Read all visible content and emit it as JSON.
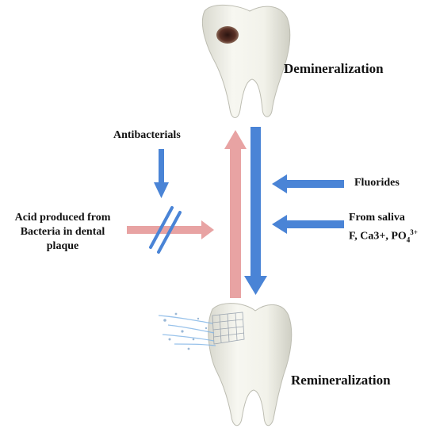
{
  "labels": {
    "demineralization": "Demineralization",
    "remineralization": "Remineralization",
    "antibacterials": "Antibacterials",
    "fluorides": "Fluorides",
    "acid_line1": "Acid produced from",
    "acid_line2": "Bacteria in dental",
    "acid_line3": "plaque",
    "saliva_line1": "From saliva",
    "saliva_line2_prefix": "F, Ca3+, PO",
    "saliva_sub": "4",
    "saliva_sup": "3+"
  },
  "colors": {
    "acid_arrow": "#e8a3a3",
    "mineral_arrow": "#4a84d6",
    "tooth": "#efefe6",
    "caries": "#4a2820"
  },
  "icons": {
    "top_tooth": "decayed-tooth",
    "bottom_tooth": "tooth-with-mesh"
  }
}
